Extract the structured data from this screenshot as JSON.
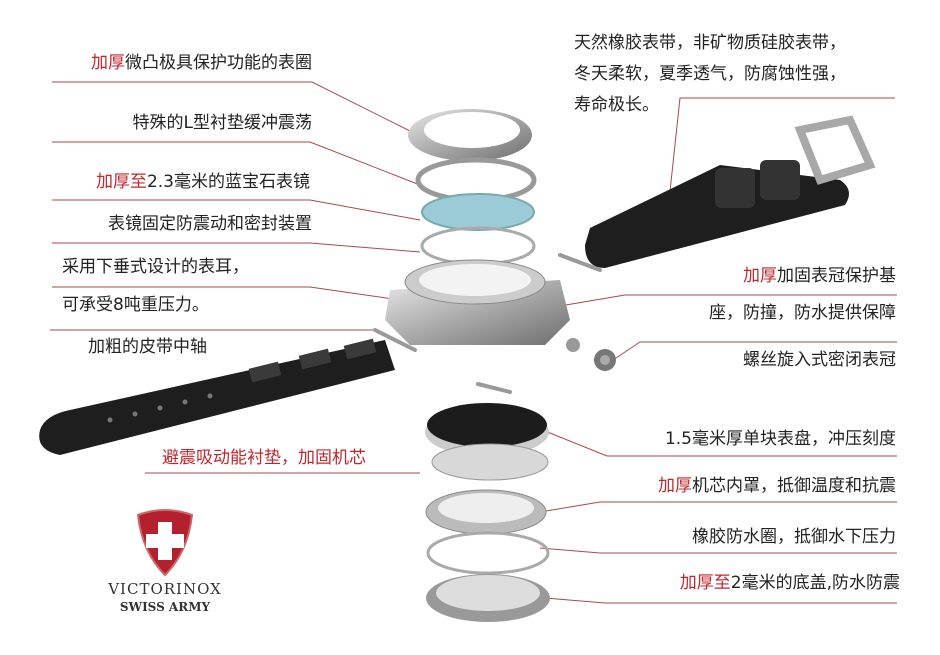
{
  "accent_color": "#c0272d",
  "left_labels": [
    {
      "highlight": "加厚",
      "text": "微凸极具保护功能的表圈"
    },
    {
      "highlight": "",
      "text": "特殊的L型衬垫缓冲震荡"
    },
    {
      "highlight": "加厚至",
      "text": "2.3毫米的蓝宝石表镜"
    },
    {
      "highlight": "",
      "text": "表镜固定防震动和密封装置"
    },
    {
      "highlight": "",
      "text": "采用下垂式设计的表耳，"
    },
    {
      "highlight": "",
      "text": "可承受8吨重压力。"
    },
    {
      "highlight": "",
      "text": "加粗的皮带中轴"
    },
    {
      "highlight": "避震吸动能衬垫，加固机芯",
      "text": ""
    }
  ],
  "right_labels": [
    {
      "highlight": "",
      "text": "天然橡胶表带，非矿物质硅胶表带，"
    },
    {
      "highlight": "",
      "text": "冬天柔软，夏季透气，防腐蚀性强，"
    },
    {
      "highlight": "",
      "text": "寿命极长。"
    },
    {
      "highlight": "加厚",
      "text": "加固表冠保护基"
    },
    {
      "highlight": "",
      "text": "座，防撞，防水提供保障"
    },
    {
      "highlight": "",
      "text": "螺丝旋入式密闭表冠"
    },
    {
      "highlight": "",
      "text": "1.5毫米厚单块表盘，冲压刻度"
    },
    {
      "highlight": "加厚",
      "text": "机芯内罩，抵御温度和抗震"
    },
    {
      "highlight": "",
      "text": "橡胶防水圈，抵御水下压力"
    },
    {
      "highlight": "加厚至",
      "text": "2毫米的底盖,防水防震"
    }
  ],
  "logo": {
    "brand": "VICTORINOX",
    "sub": "SWISS ARMY"
  }
}
